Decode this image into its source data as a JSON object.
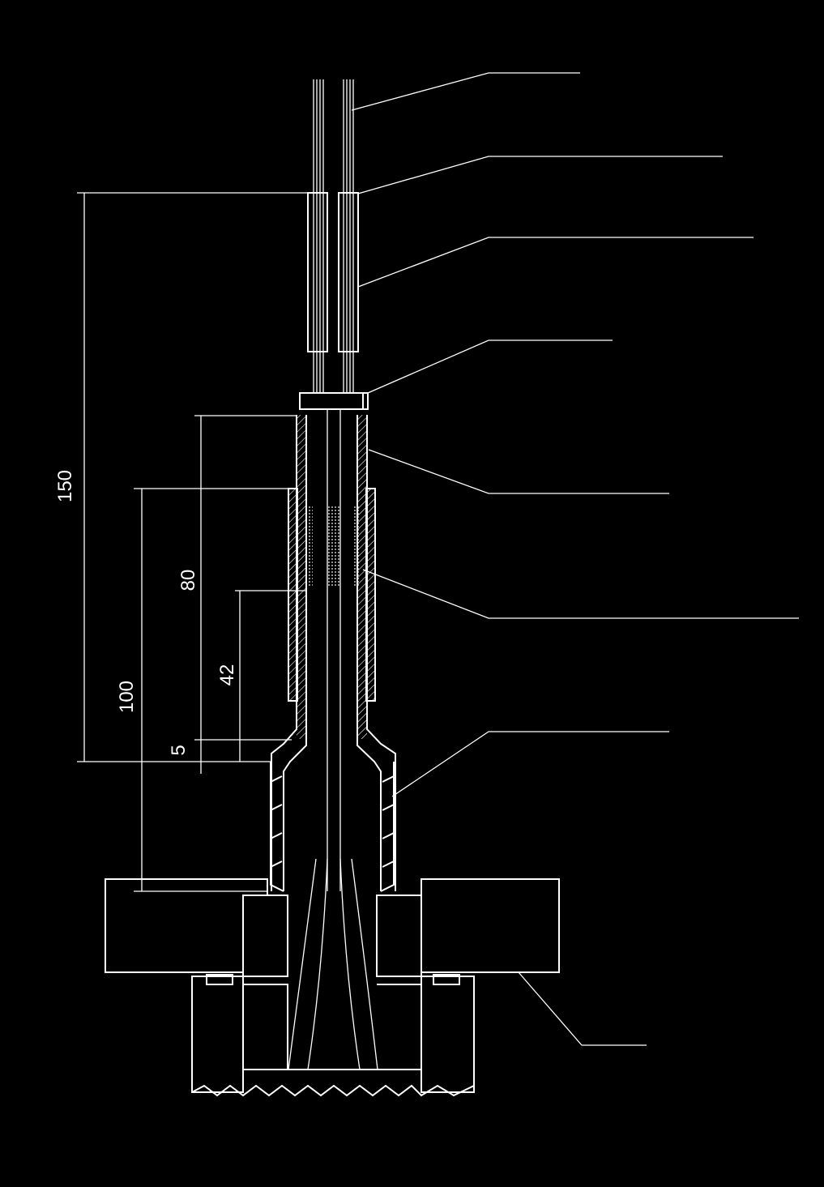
{
  "colors": {
    "background": "#000000",
    "lines": "#ffffff"
  },
  "dimensions": {
    "d150": "150",
    "d100": "100",
    "d80": "80",
    "d42": "42",
    "d5": "5"
  },
  "leaders": [
    {
      "name": "leader-1"
    },
    {
      "name": "leader-2"
    },
    {
      "name": "leader-3"
    },
    {
      "name": "leader-4"
    },
    {
      "name": "leader-5"
    },
    {
      "name": "leader-6"
    },
    {
      "name": "leader-7"
    },
    {
      "name": "leader-8"
    }
  ]
}
